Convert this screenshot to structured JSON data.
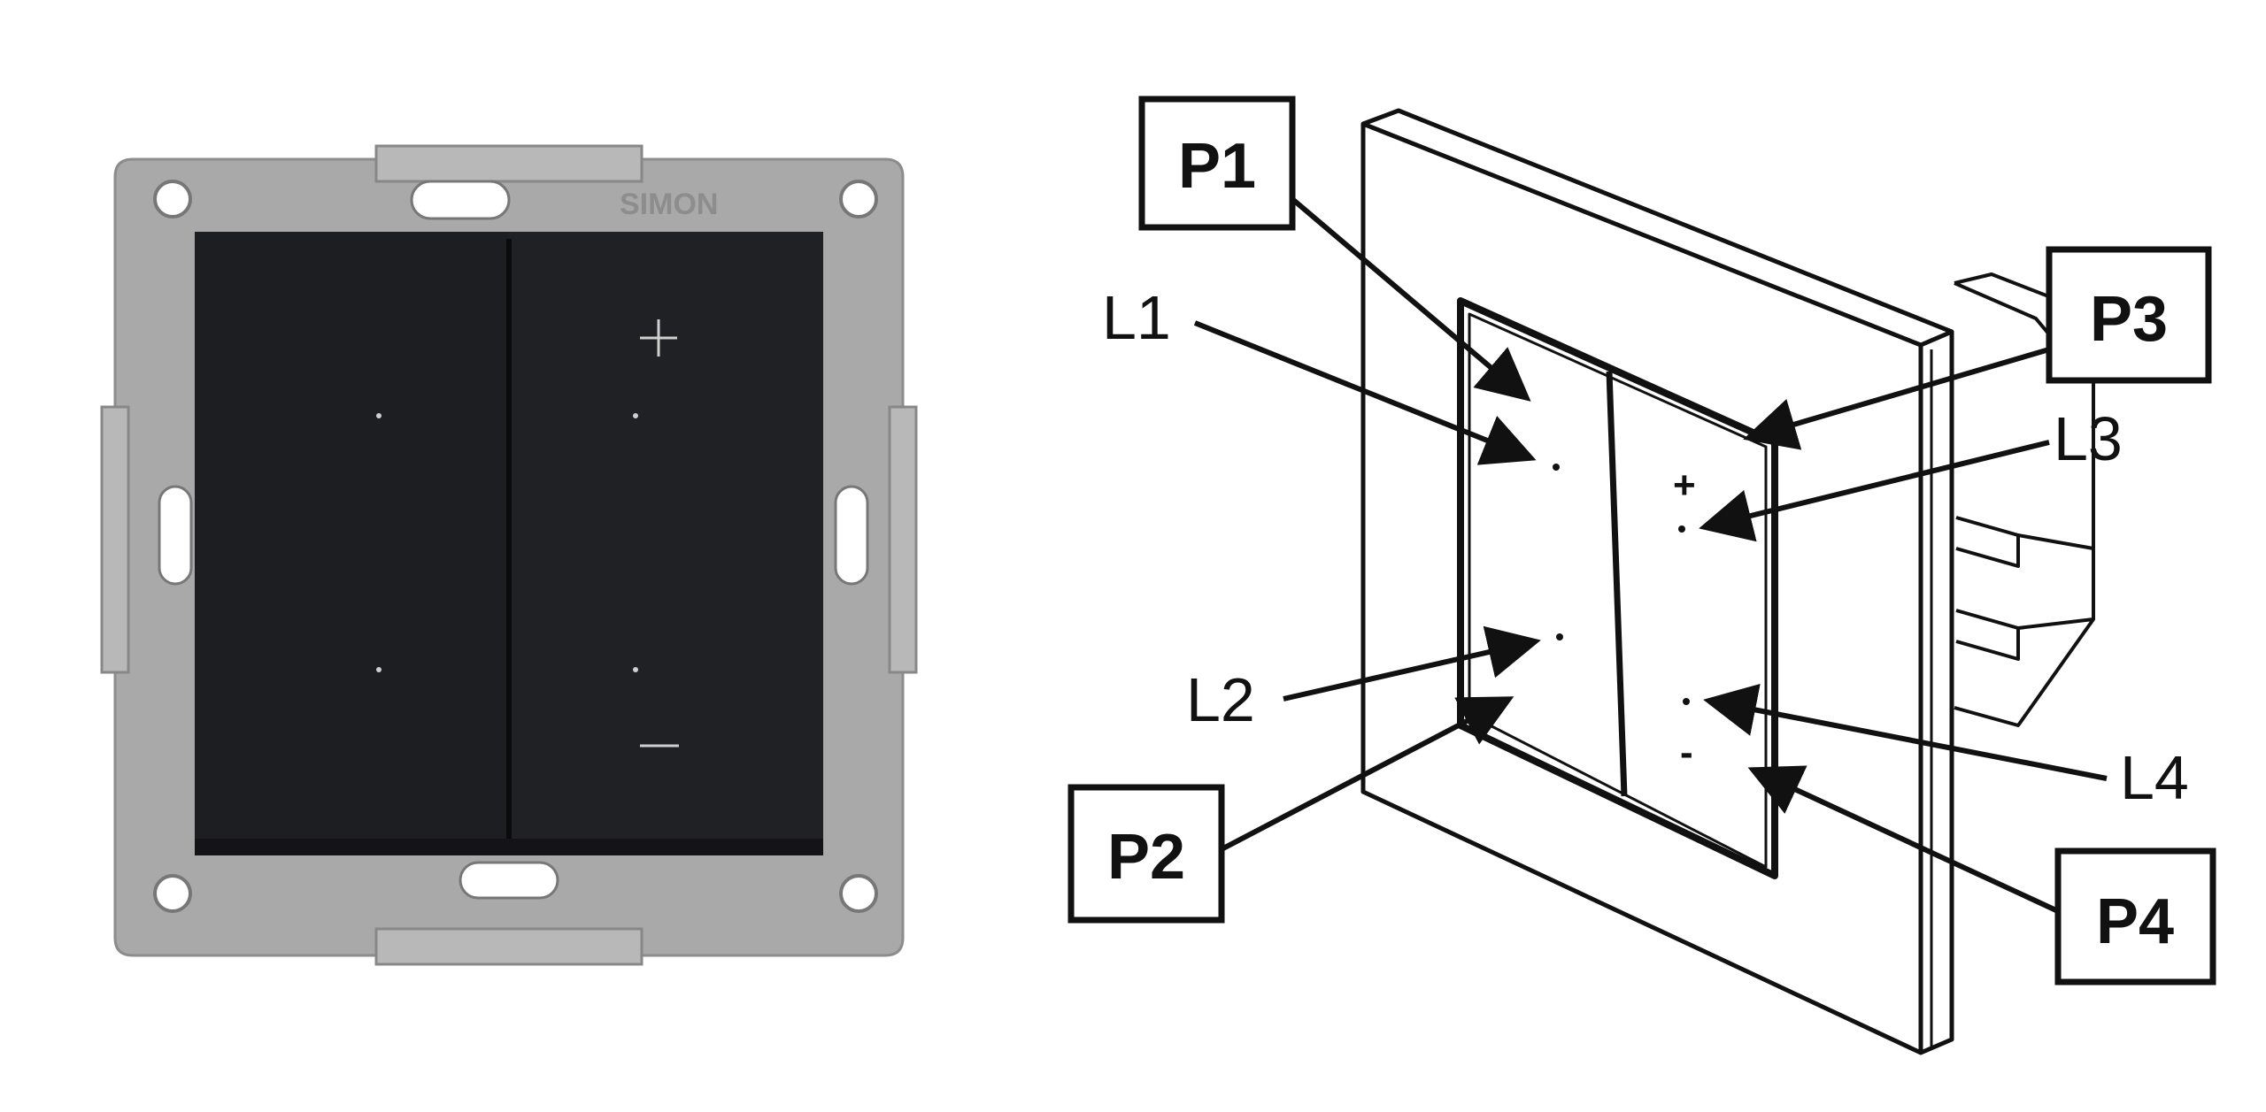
{
  "photo": {
    "brand_mark": "SIMON",
    "plus_symbol": "+",
    "minus_symbol": "−"
  },
  "diagram": {
    "button_labels": {
      "p1": "P1",
      "p2": "P2",
      "p3": "P3",
      "p4": "P4"
    },
    "led_labels": {
      "l1": "L1",
      "l2": "L2",
      "l3": "L3",
      "l4": "L4"
    },
    "plus_symbol": "+",
    "minus_symbol": "-"
  },
  "colors": {
    "background": "#ffffff",
    "switch_face": "#1e1f22",
    "mounting_frame": "#a9a9a9",
    "line_art": "#111111"
  }
}
